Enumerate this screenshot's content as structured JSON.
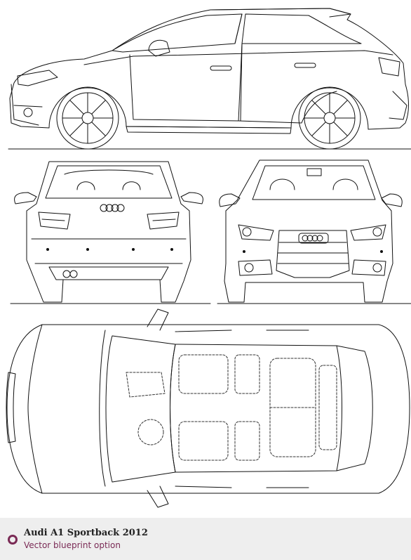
{
  "footer": {
    "title": "Audi A1 Sportback 2012",
    "subtitle": "Vector blueprint option",
    "accent_color": "#7a2a55"
  },
  "colors": {
    "line": "#111111",
    "dash": "#333333",
    "footer_bg": "#eeeeee"
  },
  "views": [
    "side-view",
    "rear-view",
    "front-view",
    "top-view"
  ],
  "icons": {
    "footer_marker": "circle-ring-icon"
  }
}
